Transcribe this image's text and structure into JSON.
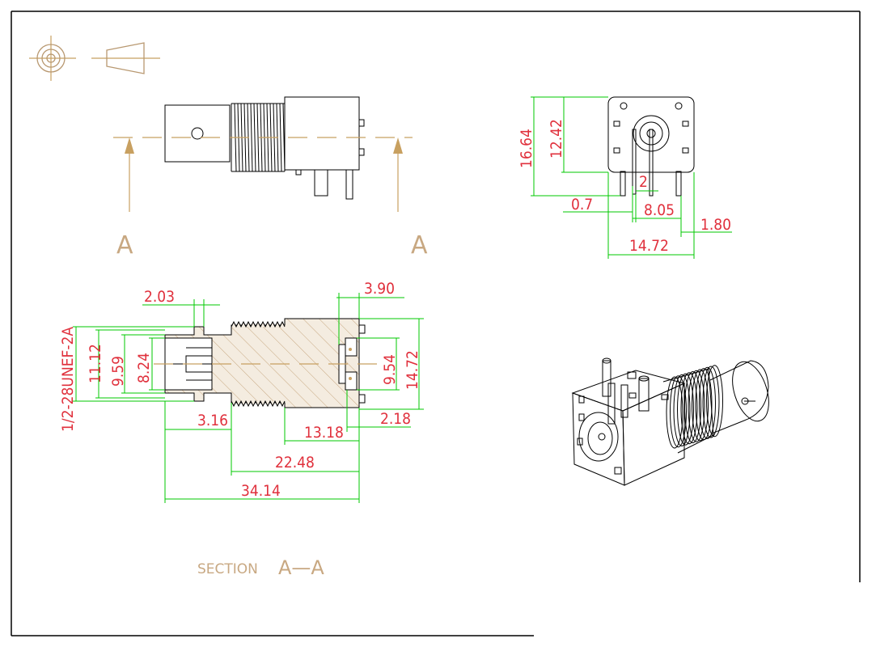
{
  "projection_symbols": [
    "first-angle-circle-icon",
    "truncated-cone-icon"
  ],
  "section_markers": {
    "left": "A",
    "right": "A"
  },
  "section_title": {
    "prefix": "SECTION",
    "name": "A—A"
  },
  "thread_spec": "1/2-28UNEF-2A",
  "colors": {
    "dimension": "#e0303c",
    "extension": "#00c800",
    "outline": "#000000",
    "centerline": "#c8a060",
    "section_fill": "#f4ece0"
  },
  "front_view_dims": {
    "height_total": "16.64",
    "height_body": "12.42",
    "pin_dia": "2",
    "pin_offset": "0.7",
    "pin_spacing": "8.05",
    "edge_offset": "1.80",
    "width": "14.72"
  },
  "section_dims": {
    "d1": "2.03",
    "d2": "3.90",
    "d3": "11.12",
    "d4": "9.59",
    "d5": "8.24",
    "d6": "9.54",
    "d7": "14.72",
    "d8": "3.16",
    "d9": "2.18",
    "d10": "13.18",
    "d11": "22.48",
    "d12": "34.14"
  }
}
